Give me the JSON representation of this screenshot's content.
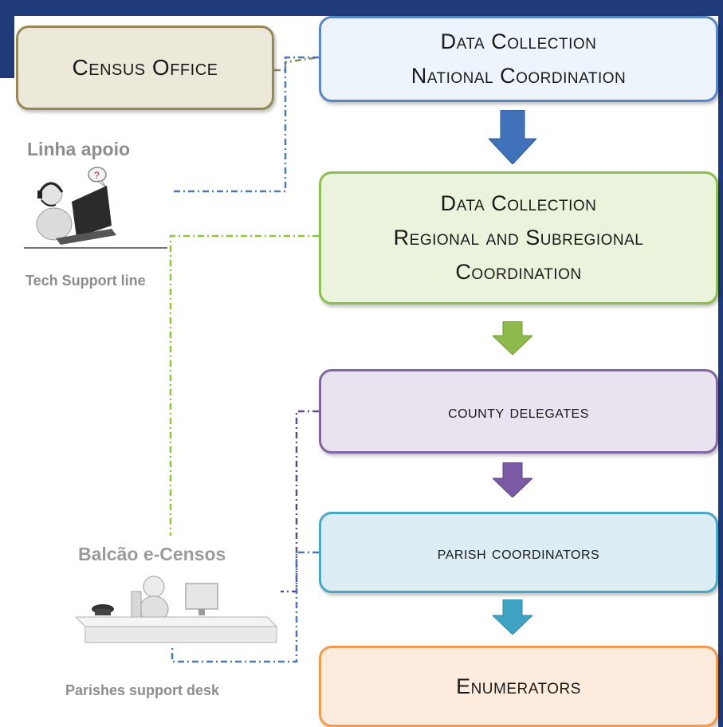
{
  "boxes": {
    "census_office": "Census Office",
    "national": [
      "Data Collection",
      "National Coordination"
    ],
    "regional": [
      "Data Collection",
      "Regional and Subregional",
      "Coordination"
    ],
    "county": "county delegates",
    "parish": "parish coordinators",
    "enumerators": "Enumerators"
  },
  "support": {
    "linha_title": "Linha apoio",
    "tech_label": "Tech Support line",
    "balcao_title": "Balcão e-Censos",
    "parishes_label": "Parishes support desk"
  },
  "colors": {
    "frame": "#1f3b7a",
    "arrow_blue": "#3f72b8",
    "arrow_green": "#8dbb4b",
    "arrow_purple": "#7a5aa4",
    "arrow_teal": "#3fa2c3",
    "connector_blue": "#4a78b8",
    "connector_green": "#8cc63f",
    "connector_purple": "#5f4b8b"
  }
}
